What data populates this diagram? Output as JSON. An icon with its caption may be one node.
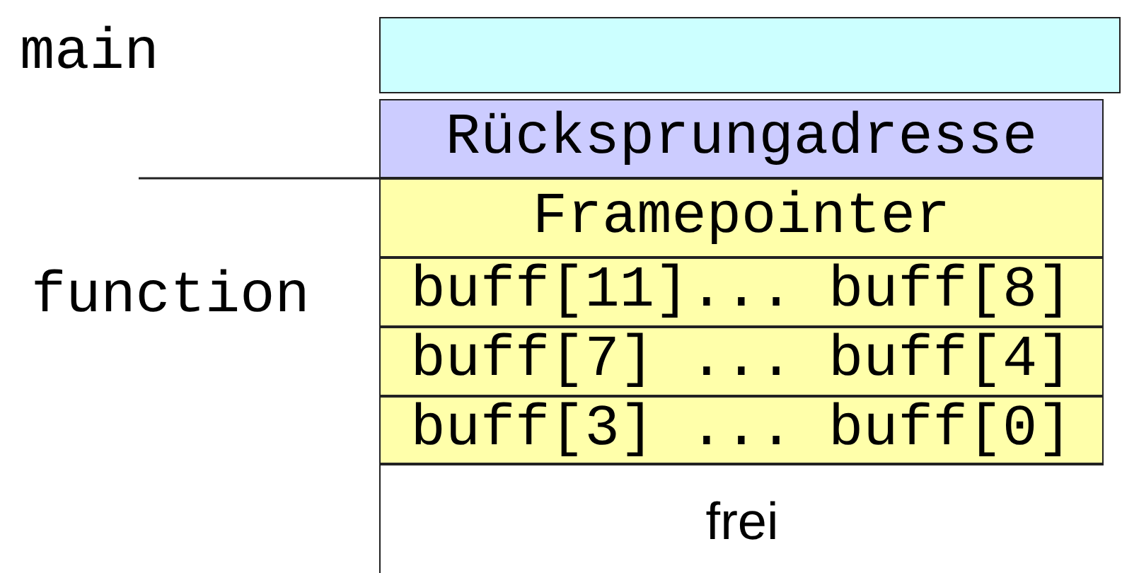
{
  "diagram": {
    "nodes": [
      {
        "text": [],
        "shape": "box"
      },
      {
        "text": [
          "Rücksprungadresse"
        ]
      },
      {
        "text": [
          "Framepointer"
        ]
      },
      {
        "text": [
          "buff[11]... buff[8]"
        ]
      },
      {
        "text": [
          "buff[7] ... buff[4]"
        ]
      },
      {
        "text": [
          "buff[3] ... buff[0]"
        ]
      },
      {
        "text": [
          "frei"
        ]
      }
    ],
    "labels": [
      "main",
      "function"
    ]
  }
}
